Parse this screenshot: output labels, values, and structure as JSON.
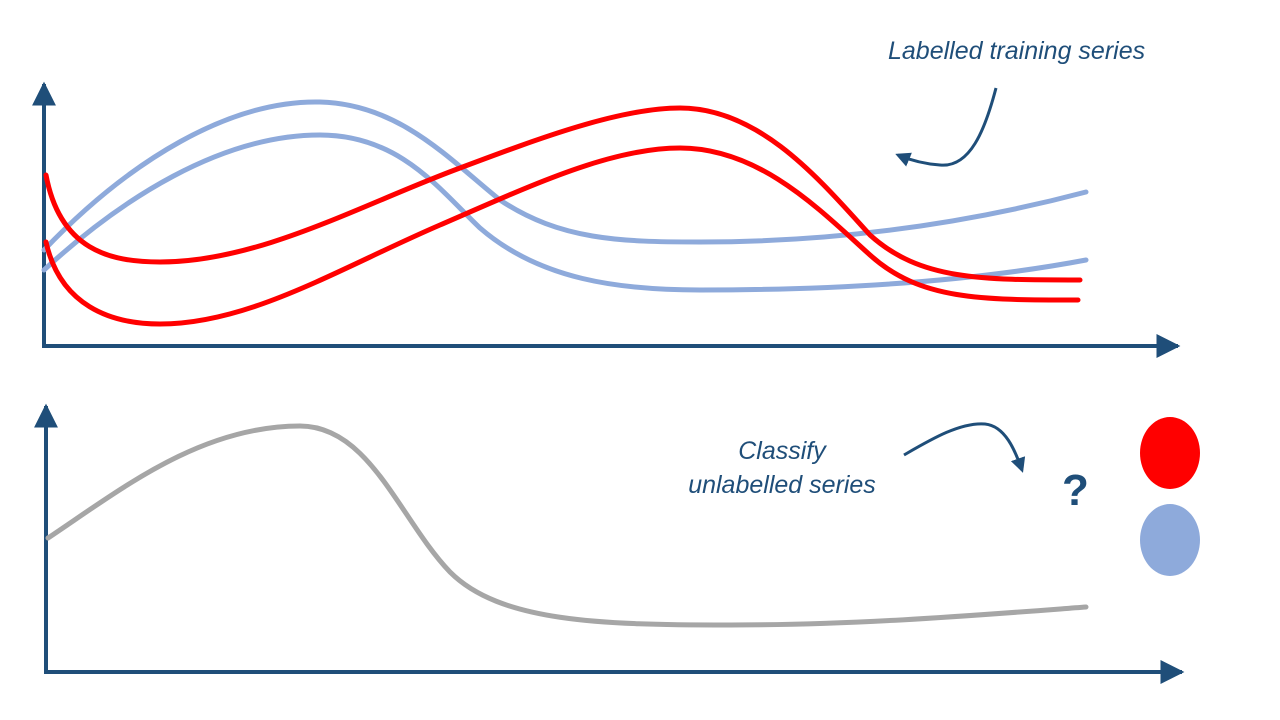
{
  "labels": {
    "training": "Labelled training series",
    "classify_line1": "Classify",
    "classify_line2": "unlabelled series",
    "question": "?"
  },
  "colors": {
    "axis": "#1f4e79",
    "text": "#1f4e79",
    "class_red": "#ff0000",
    "class_blue": "#8eaadb",
    "unlabelled": "#a6a6a6",
    "arrow": "#1f4e79"
  },
  "icons": {
    "red_class": "red-class-circle-icon",
    "blue_class": "blue-class-circle-icon",
    "question": "question-mark-icon"
  }
}
